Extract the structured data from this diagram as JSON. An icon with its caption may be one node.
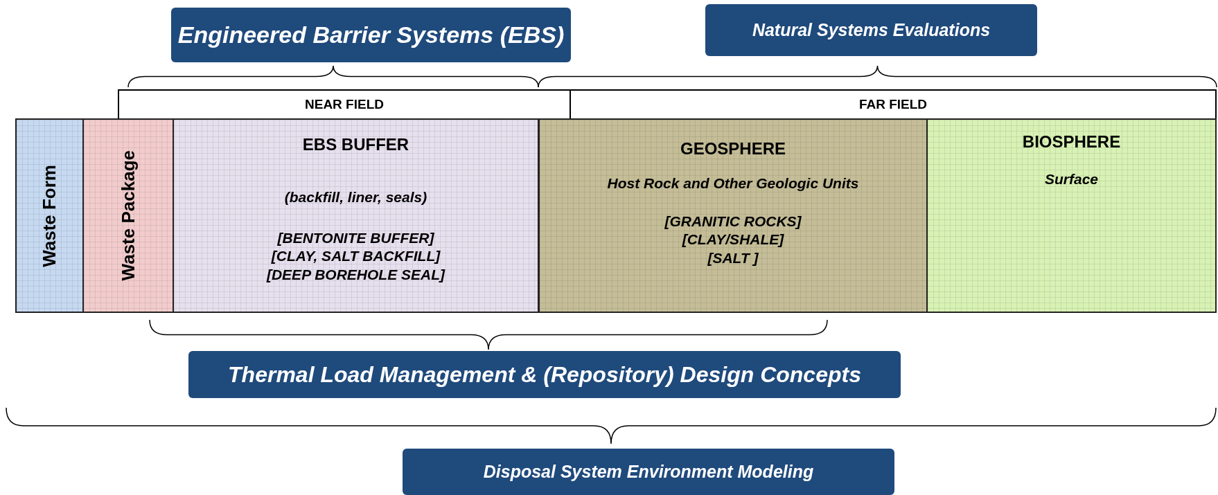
{
  "diagram": {
    "nodes": [
      {
        "text": [
          "Engineered Barrier Systems (EBS)"
        ]
      },
      {
        "text": [
          "Natural Systems Evaluations"
        ]
      },
      {
        "text": [
          "NEAR FIELD"
        ]
      },
      {
        "text": [
          "FAR FIELD"
        ]
      },
      {
        "text": [
          "Waste Form"
        ]
      },
      {
        "text": [
          "Waste Package"
        ]
      },
      {
        "text": [
          "EBS BUFFER",
          "(backfill, liner, seals)",
          "[BENTONITE BUFFER] [CLAY, SALT BACKFILL] [DEEP BOREHOLE SEAL]"
        ]
      },
      {
        "text": [
          "GEOSPHERE",
          "Host Rock and Other Geologic Units",
          "[GRANITIC ROCKS] [CLAY/SHALE] [SALT ]"
        ]
      },
      {
        "text": [
          "BIOSPHERE",
          "Surface"
        ]
      },
      {
        "text": [
          "Thermal Load Management & (Repository) Design Concepts"
        ]
      },
      {
        "text": [
          "Disposal System Environment Modeling"
        ]
      }
    ]
  }
}
